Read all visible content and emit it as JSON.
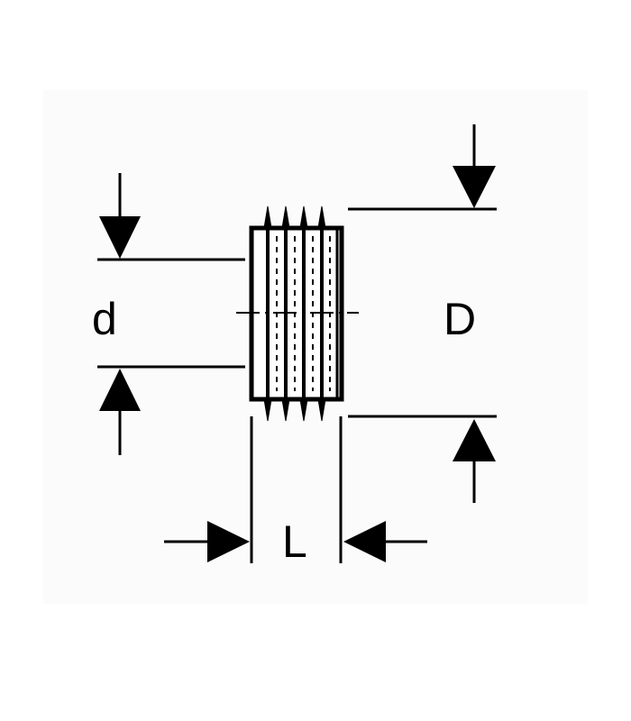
{
  "diagram": {
    "labels": {
      "inner_diameter": "d",
      "outer_diameter": "D",
      "length": "L"
    },
    "colors": {
      "ink": "#000000",
      "paper": "#ffffff",
      "panel": "#fbfbfb"
    }
  }
}
